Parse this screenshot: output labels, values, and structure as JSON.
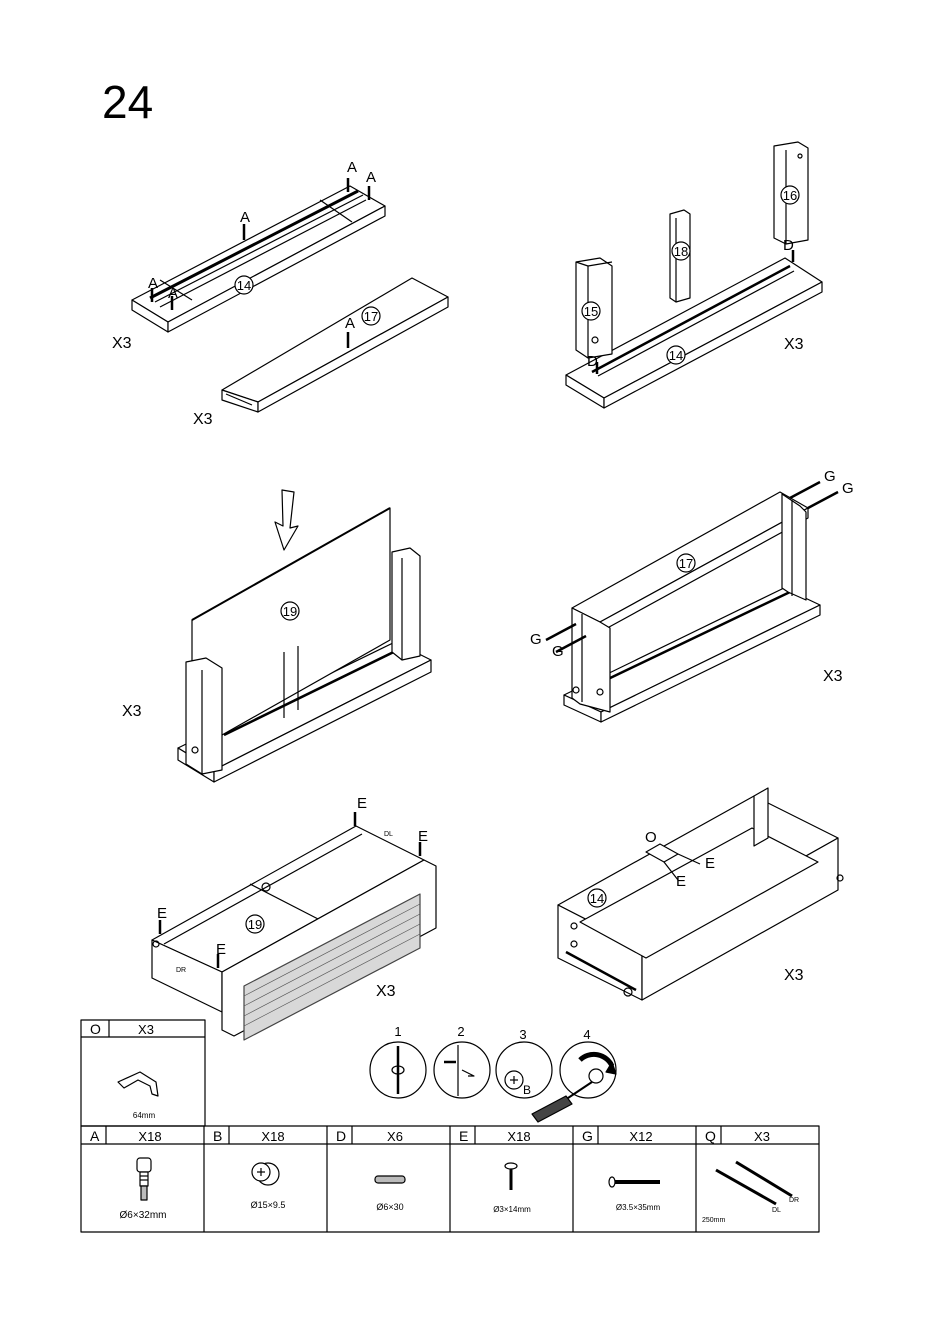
{
  "step_number": "24",
  "multipliers": {
    "step1": "X3",
    "step1b": "X3",
    "step2": "X3",
    "step3": "X3",
    "step4": "X3",
    "step5": "X3",
    "step6": "X3"
  },
  "part_numbers": {
    "p14": "14",
    "p15": "15",
    "p16": "16",
    "p17": "17",
    "p18": "18",
    "p19": "19"
  },
  "fastener_letters": {
    "A": "A",
    "D": "D",
    "E": "E",
    "G": "G",
    "O": "O",
    "B": "B"
  },
  "drawer_labels": {
    "dr": "DR",
    "dl": "DL"
  },
  "cam_steps": [
    "1",
    "2",
    "3",
    "4"
  ],
  "hardware_top": {
    "letter": "O",
    "qty": "X3",
    "size": "64mm"
  },
  "hardware": [
    {
      "letter": "A",
      "qty": "X18",
      "size": "Ø6×32mm"
    },
    {
      "letter": "B",
      "qty": "X18",
      "size": "Ø15×9.5"
    },
    {
      "letter": "D",
      "qty": "X6",
      "size": "Ø6×30"
    },
    {
      "letter": "E",
      "qty": "X18",
      "size": "Ø3×14mm"
    },
    {
      "letter": "G",
      "qty": "X12",
      "size": "Ø3.5×35mm"
    },
    {
      "letter": "Q",
      "qty": "X3",
      "size": "250mm",
      "sub_left": "DL",
      "sub_right": "DR"
    }
  ]
}
